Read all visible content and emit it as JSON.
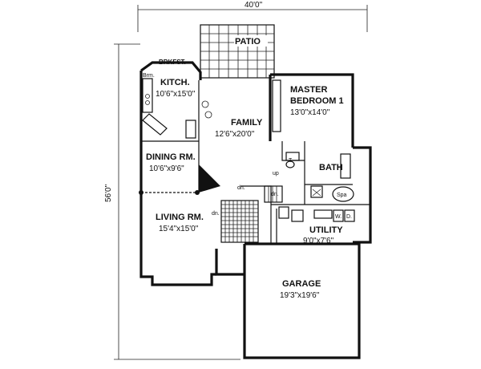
{
  "dimensions": {
    "width_label": "40'0\"",
    "depth_label": "56'0\""
  },
  "rooms": {
    "patio": {
      "name": "PATIO"
    },
    "breakfast": {
      "name": "BRKFST."
    },
    "kitchen": {
      "name": "KITCH.",
      "size": "10'6\"x15'0\"",
      "bench_label": "Brm."
    },
    "master": {
      "name_line1": "MASTER",
      "name_line2": "BEDROOM 1",
      "size": "13'0\"x14'0\""
    },
    "family": {
      "name": "FAMILY",
      "size": "12'6\"x20'0\""
    },
    "dining": {
      "name": "DINING RM.",
      "size": "10'6\"x9'6\""
    },
    "bath": {
      "name": "BATH",
      "spa_label": "Spa",
      "toilet_label": "T."
    },
    "living": {
      "name": "LIVING RM.",
      "size": "15'4\"x15'0\""
    },
    "utility": {
      "name": "UTILITY",
      "size": "9'0\"x7'6\"",
      "washer_label": "W.",
      "dryer_label": "D."
    },
    "garage": {
      "name": "GARAGE",
      "size": "19'3\"x19'6\""
    }
  },
  "stairs": {
    "up_label": "up",
    "dn_label_1": "dn.",
    "dn_label_2": "dn.",
    "dn_label_3": "dn."
  }
}
